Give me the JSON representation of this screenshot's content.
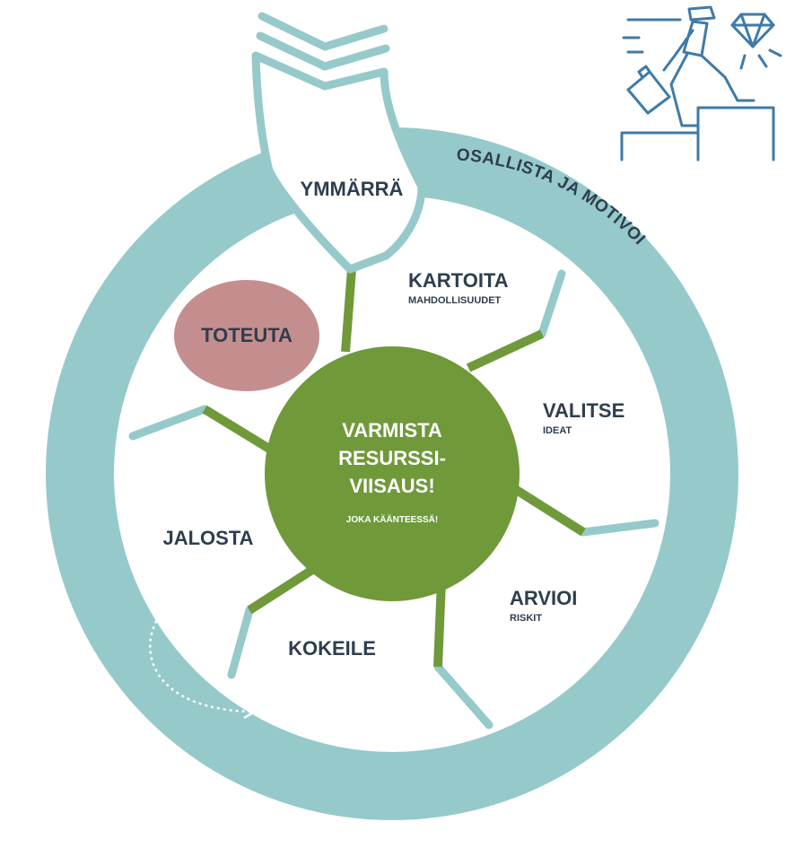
{
  "colors": {
    "ring": "#96c9ca",
    "center": "#70993a",
    "highlight": "#c58e8e",
    "text_dark": "#2e3e4e",
    "icon": "#3f7aa9"
  },
  "ring_label": "OSALLISTA JA MOTIVOI",
  "icon": {
    "name": "person-climbing-steps-to-diamond-icon"
  },
  "center": {
    "lines": [
      "VARMISTA",
      "RESURSSI-",
      "VIISAUS!"
    ],
    "subtitle": "JOKA KÄÄNTEESSÄ!"
  },
  "steps": [
    {
      "id": "ymmarra",
      "title": "YMMÄRRÄ",
      "subtitle": ""
    },
    {
      "id": "kartoita",
      "title": "KARTOITA",
      "subtitle": "MAHDOLLISUUDET"
    },
    {
      "id": "valitse",
      "title": "VALITSE",
      "subtitle": "IDEAT"
    },
    {
      "id": "arvioi",
      "title": "ARVIOI",
      "subtitle": "RISKIT"
    },
    {
      "id": "kokeile",
      "title": "KOKEILE",
      "subtitle": ""
    },
    {
      "id": "jalosta",
      "title": "JALOSTA",
      "subtitle": ""
    },
    {
      "id": "toteuta",
      "title": "TOTEUTA",
      "subtitle": "",
      "highlighted": true
    }
  ]
}
